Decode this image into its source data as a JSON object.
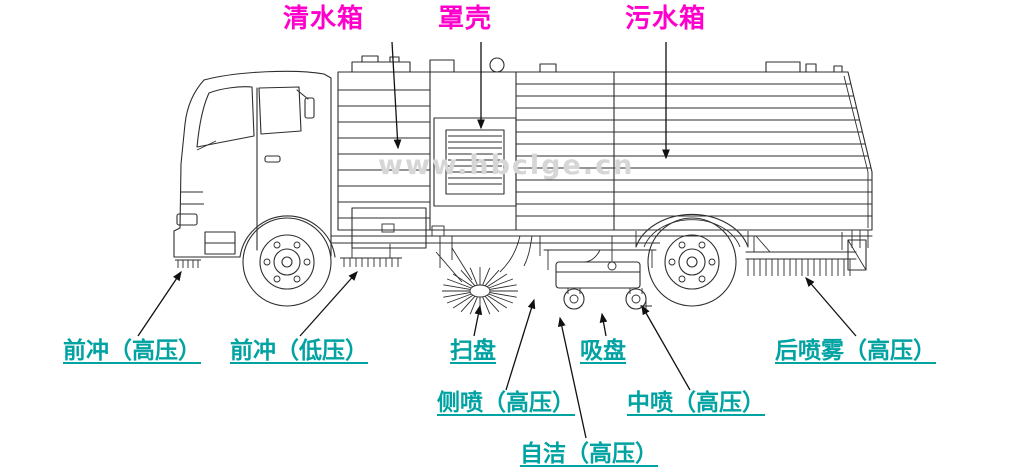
{
  "labels": {
    "clean_water_tank": "清水箱",
    "cover": "罩壳",
    "sewage_tank": "污水箱",
    "front_flush_high": "前冲（高压）",
    "front_flush_low": "前冲（低压）",
    "sweep_disc": "扫盘",
    "suction_disc": "吸盘",
    "rear_spray_high": "后喷雾（高压）",
    "side_spray_high": "侧喷（高压）",
    "mid_spray_high": "中喷（高压）",
    "self_clean_high": "自洁（高压）"
  },
  "watermark": "www.hbclge.cn",
  "colors": {
    "label_pink": "#ff00cc",
    "label_teal": "#00a2a2",
    "line_color": "#2e2e2e",
    "arrow_color": "#111111",
    "watermark_color": "#d6d6d6",
    "background": "#ffffff"
  }
}
